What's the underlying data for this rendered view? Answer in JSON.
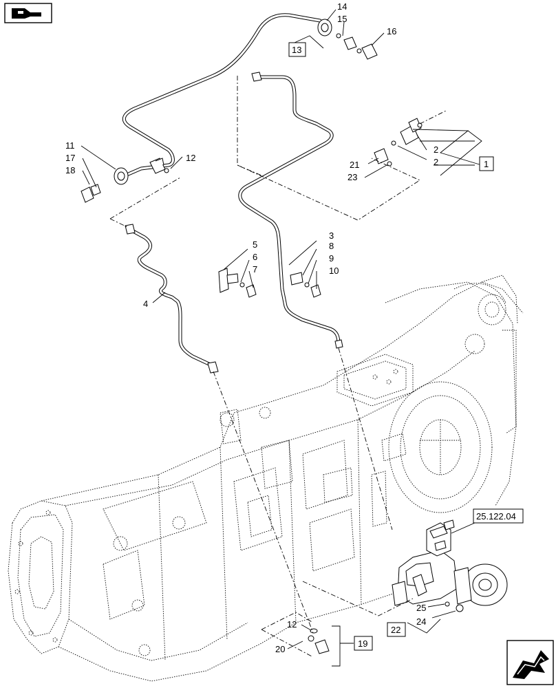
{
  "icons": {
    "top_left": "hydraulic-pipe-icon",
    "bottom_right": "next-page-arrow-icon"
  },
  "callouts": {
    "c2a": "2",
    "c2b": "2",
    "c3": "3",
    "c4": "4",
    "c5": "5",
    "c6": "6",
    "c7": "7",
    "c8": "8",
    "c9": "9",
    "c10": "10",
    "c11": "11",
    "c12a": "12",
    "c12b": "12",
    "c14": "14",
    "c15": "15",
    "c16": "16",
    "c17": "17",
    "c18": "18",
    "c20": "20",
    "c21": "21",
    "c23": "23",
    "c24": "24",
    "c25": "25"
  },
  "boxed_labels": {
    "b1": "1",
    "b13": "13",
    "b19": "19",
    "b22": "22",
    "ref": "25.122.04"
  }
}
